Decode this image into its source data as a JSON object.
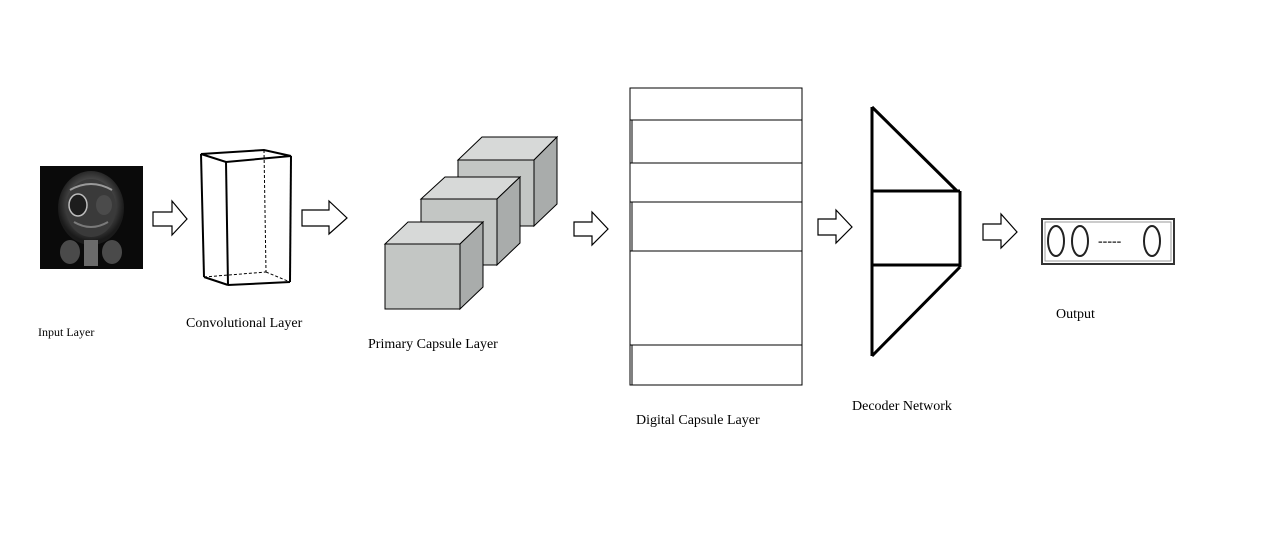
{
  "labels": {
    "input": "Input Layer",
    "conv": "Convolutional Layer",
    "primary": "Primary Capsule Layer",
    "digital": "Digital Capsule Layer",
    "decoder": "Decoder Network",
    "output": "Output"
  },
  "output_box": {
    "dash": "-----"
  },
  "colors": {
    "stroke": "#000000",
    "cube_front": "#c3c6c4",
    "cube_top": "#d7d9d8",
    "cube_side": "#a9acab",
    "mri_bg": "#0a0a0a"
  },
  "icons": {
    "mri": "brain-mri-image",
    "arrow": "block-right-arrow"
  }
}
